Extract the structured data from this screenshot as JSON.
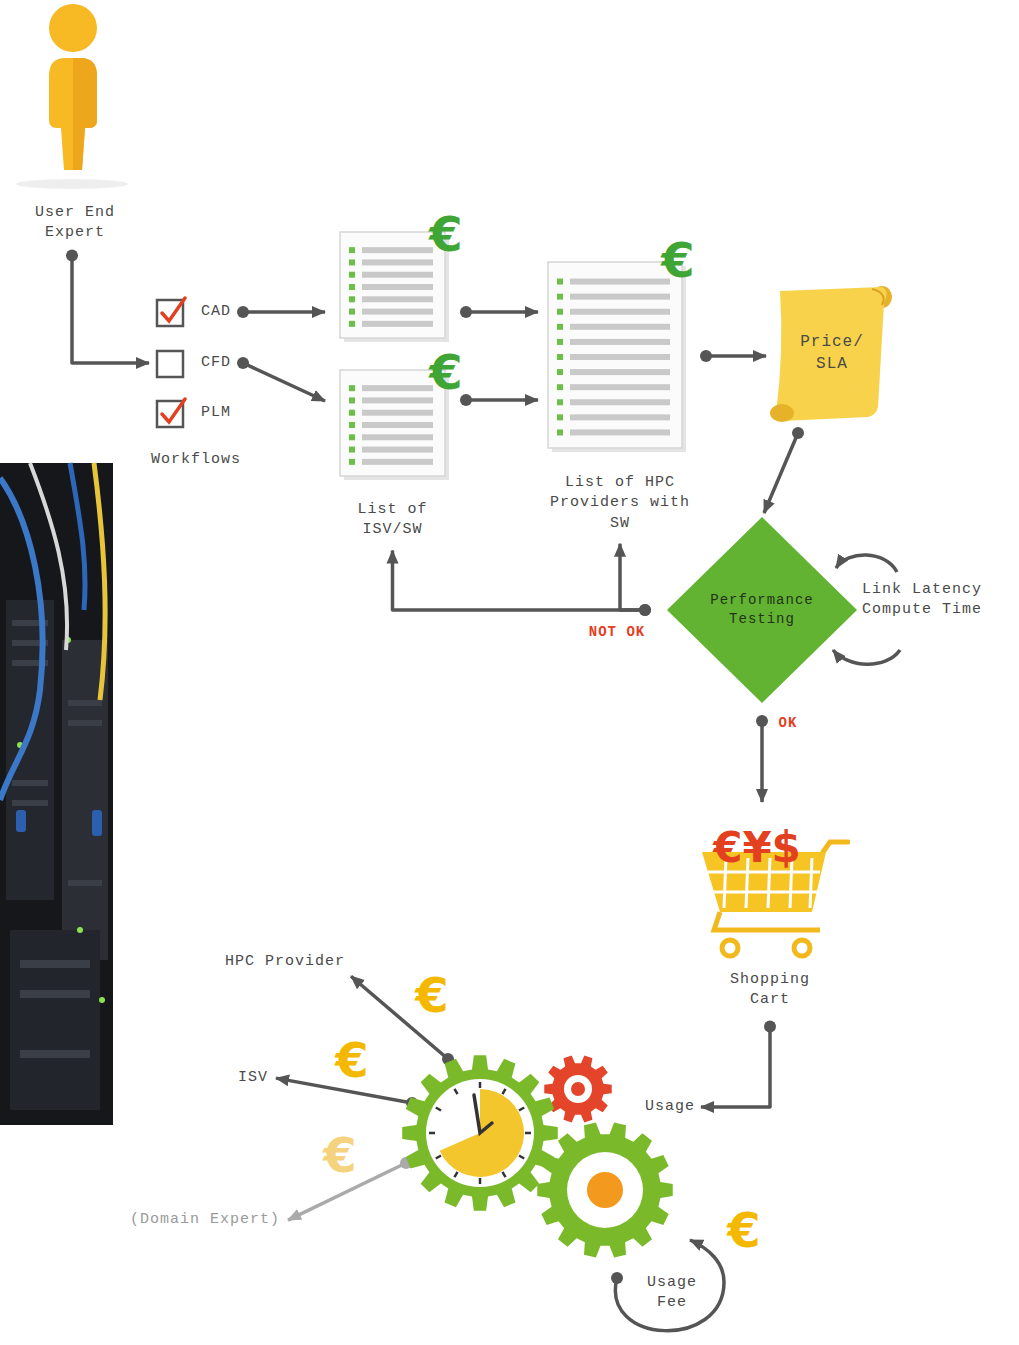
{
  "diagram": {
    "nodes": [
      {
        "text": [
          "User End Expert"
        ]
      },
      {
        "text": [
          "CAD"
        ]
      },
      {
        "text": [
          "CFD"
        ]
      },
      {
        "text": [
          "PLM"
        ]
      },
      {
        "text": [
          "List of ISV/SW"
        ]
      },
      {
        "text": [
          "List of HPC Providers with SW"
        ]
      },
      {
        "text": [
          "Price/ SLA"
        ]
      },
      {
        "text": [
          "Performance Testing"
        ]
      },
      {
        "text": [
          "Shopping Cart"
        ]
      },
      {
        "text": [
          "Usage"
        ]
      },
      {
        "text": [
          "HPC Provider"
        ]
      },
      {
        "text": [
          "ISV"
        ]
      },
      {
        "text": [
          "(Domain Expert)"
        ]
      }
    ],
    "edges": [
      {
        "from": 0,
        "to": 2,
        "arrow": "to"
      },
      {
        "from": 1,
        "to": 4,
        "arrow": "to"
      },
      {
        "from": 2,
        "to": 4,
        "arrow": "to"
      },
      {
        "from": 4,
        "to": 5,
        "arrow": "to"
      },
      {
        "from": 4,
        "to": 5,
        "arrow": "to"
      },
      {
        "from": 5,
        "to": 6,
        "arrow": "to"
      },
      {
        "from": 6,
        "to": 7,
        "arrow": "to"
      },
      {
        "from": 7,
        "to": 4,
        "arrow": "to"
      },
      {
        "from": 7,
        "to": 5,
        "label": "NOT OK",
        "arrow": "to"
      },
      {
        "from": 7,
        "to": 8,
        "label": "OK",
        "arrow": "to"
      },
      {
        "from": 8,
        "to": 9,
        "arrow": "to"
      },
      {
        "from": 9,
        "to": 10,
        "arrow": "to"
      },
      {
        "from": 9,
        "to": 11,
        "arrow": "to"
      },
      {
        "from": 9,
        "to": 12,
        "arrow": "to"
      }
    ],
    "labels": [
      "Workflows",
      "Link Latency Compute Time",
      "Usage Fee",
      "€",
      "€",
      "€",
      "€¥$",
      "€",
      "€",
      "€",
      "€"
    ]
  }
}
